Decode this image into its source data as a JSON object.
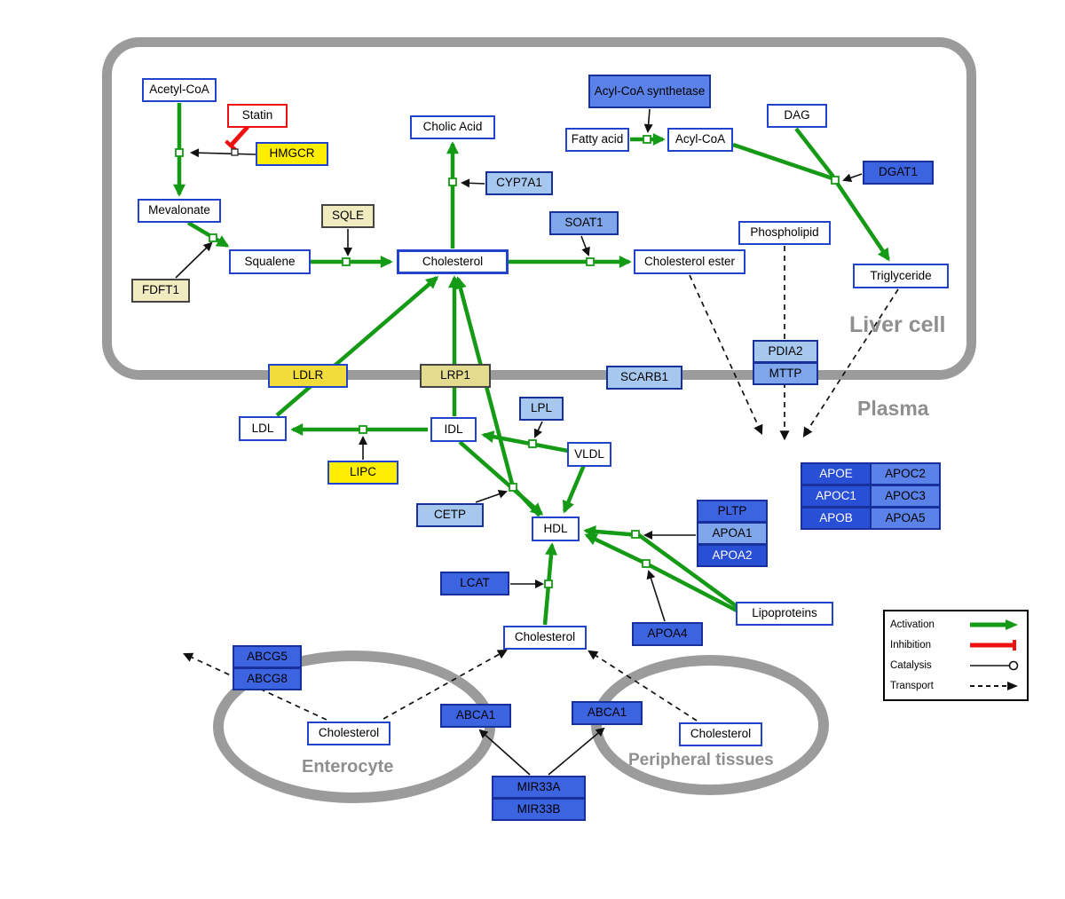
{
  "compartments": {
    "liver_cell": "Liver cell",
    "plasma": "Plasma",
    "enterocyte": "Enterocyte",
    "peripheral_tissues": "Peripheral tissues"
  },
  "metabolites": {
    "acetyl_coa": "Acetyl-CoA",
    "mevalonate": "Mevalonate",
    "squalene": "Squalene",
    "cholesterol_liver": "Cholesterol",
    "cholic_acid": "Cholic Acid",
    "fatty_acid": "Fatty acid",
    "acyl_coa": "Acyl-CoA",
    "dag": "DAG",
    "phospholipid": "Phospholipid",
    "triglyceride": "Triglyceride",
    "cholesterol_ester": "Cholesterol ester",
    "ldl": "LDL",
    "idl": "IDL",
    "vldl": "VLDL",
    "hdl": "HDL",
    "cholesterol_plasma": "Cholesterol",
    "lipoproteins": "Lipoproteins",
    "cholesterol_enterocyte": "Cholesterol",
    "cholesterol_peripheral": "Cholesterol"
  },
  "drugs": {
    "statin": "Statin"
  },
  "genes": {
    "hmgcr": "HMGCR",
    "sqle": "SQLE",
    "fdft1": "FDFT1",
    "cyp7a1": "CYP7A1",
    "soat1": "SOAT1",
    "acyl_coa_synthetase": "Acyl-CoA synthetase",
    "dgat1": "DGAT1",
    "pdia2": "PDIA2",
    "mttp": "MTTP",
    "ldlr": "LDLR",
    "lrp1": "LRP1",
    "scarb1": "SCARB1",
    "lpl": "LPL",
    "lipc": "LIPC",
    "cetp": "CETP",
    "lcat": "LCAT",
    "pltp": "PLTP",
    "apoa1": "APOA1",
    "apoa2": "APOA2",
    "apoa4": "APOA4",
    "apoe": "APOE",
    "apoc1": "APOC1",
    "apob": "APOB",
    "apoc2": "APOC2",
    "apoc3": "APOC3",
    "apoa5": "APOA5",
    "abcg5": "ABCG5",
    "abcg8": "ABCG8",
    "abca1_enterocyte": "ABCA1",
    "abca1_peripheral": "ABCA1",
    "mir33a": "MIR33A",
    "mir33b": "MIR33B"
  },
  "legend": {
    "activation": "Activation",
    "inhibition": "Inhibition",
    "catalysis": "Catalysis",
    "transport": "Transport"
  },
  "colors": {
    "activation_green": "#159a15",
    "inhibition_red": "#ee1111",
    "membrane_gray": "#9b9b9b",
    "gene_dark_blue": "#2a4fd7",
    "gene_medium_blue": "#5b82e8",
    "gene_light_blue": "#a6c8ef",
    "metabolite_border_blue": "#2244cc",
    "enzyme_yellow": "#ffee00",
    "enzyme_pale_yellow": "#f0ecc0"
  }
}
